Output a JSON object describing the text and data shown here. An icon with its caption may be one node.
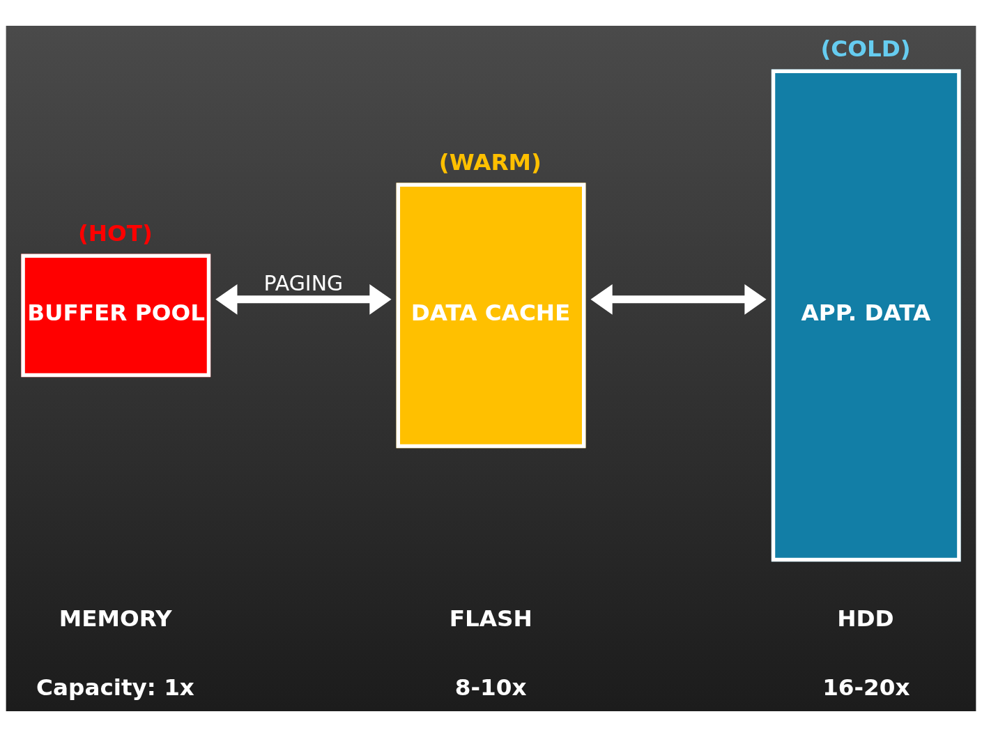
{
  "diagram": {
    "nodes": [
      {
        "text": [
          "(HOT)",
          "BUFFER POOL"
        ]
      },
      {
        "text": [
          "(WARM)",
          "DATA CACHE"
        ]
      },
      {
        "text": [
          "(COLD)",
          "APP. DATA"
        ]
      }
    ],
    "edges": [
      {
        "from": 0,
        "to": 1,
        "arrow": "both",
        "label": "PAGING"
      },
      {
        "from": 1,
        "to": 2,
        "arrow": "both"
      }
    ],
    "labels": [
      "MEMORY",
      "FLASH",
      "HDD",
      "Capacity: 1x",
      "8-10x",
      "16-20x"
    ]
  }
}
